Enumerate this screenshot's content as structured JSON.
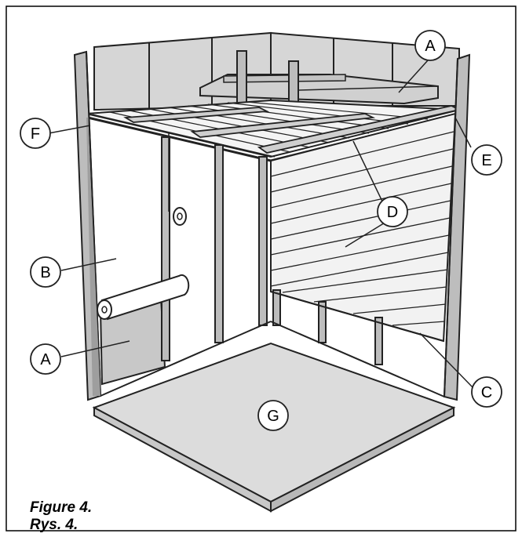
{
  "caption": {
    "line1": "Figure 4.",
    "line2": "Rys. 4."
  },
  "labels": {
    "a_top": "A",
    "f": "F",
    "e": "E",
    "d": "D",
    "b": "B",
    "a_left": "A",
    "c": "C",
    "g": "G"
  },
  "colors": {
    "line": "#222222",
    "wall_fill": "#d9d9d9",
    "insulation_fill": "#c8c8c8",
    "floor_fill": "#dcdcdc",
    "panel_fill": "#f2f2f2",
    "post_fill": "#bdbdbd"
  }
}
